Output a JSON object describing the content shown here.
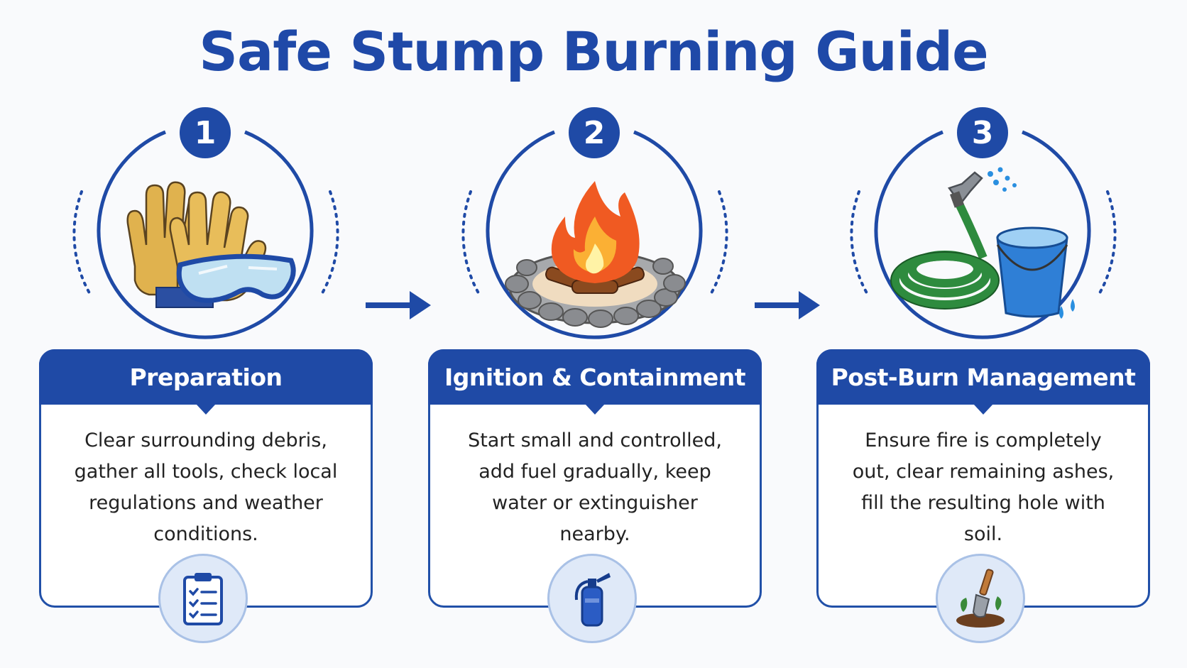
{
  "title": "Safe Stump Burning Guide",
  "steps": [
    {
      "number": "1",
      "heading": "Preparation",
      "body": "Clear surrounding debris, gather all tools, check local regulations and weather conditions.",
      "illustration": "gloves-and-goggles-icon",
      "badge_icon": "clipboard-checklist-icon"
    },
    {
      "number": "2",
      "heading": "Ignition & Containment",
      "body": "Start small and controlled, add fuel gradually, keep water or extinguisher nearby.",
      "illustration": "campfire-ring-icon",
      "badge_icon": "fire-extinguisher-icon"
    },
    {
      "number": "3",
      "heading": "Post-Burn Management",
      "body": "Ensure fire is completely out, clear remaining ashes, fill the resulting hole with soil.",
      "illustration": "hose-and-bucket-icon",
      "badge_icon": "trowel-in-soil-icon"
    }
  ],
  "colors": {
    "primary": "#1f4aa6",
    "title": "#1f49a8",
    "badge_bg": "#dfe9f8",
    "background": "#f9fafc"
  }
}
